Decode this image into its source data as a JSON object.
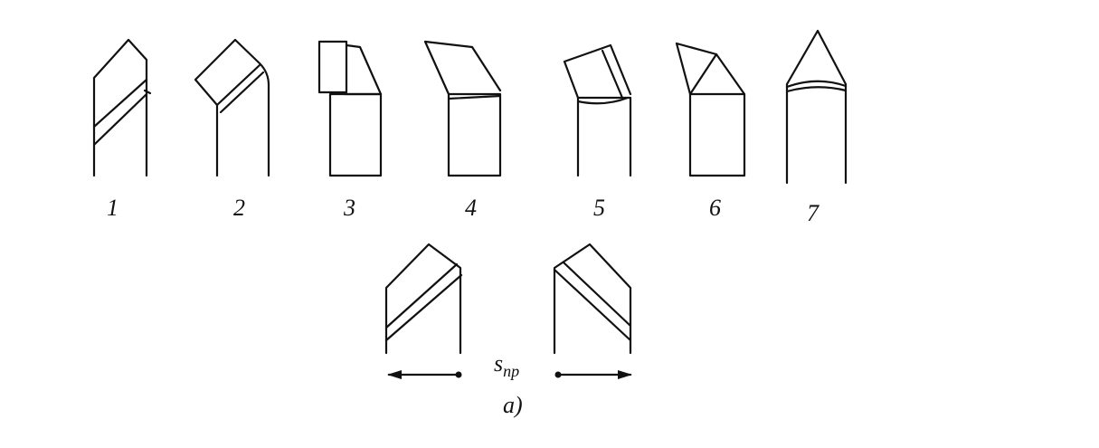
{
  "diagram": {
    "line_color": "#111111",
    "background": "#ffffff",
    "tool_labels": [
      "1",
      "2",
      "3",
      "4",
      "5",
      "6",
      "7"
    ],
    "feed_label_main": "s",
    "feed_label_sub": "пр",
    "caption": "а)"
  }
}
